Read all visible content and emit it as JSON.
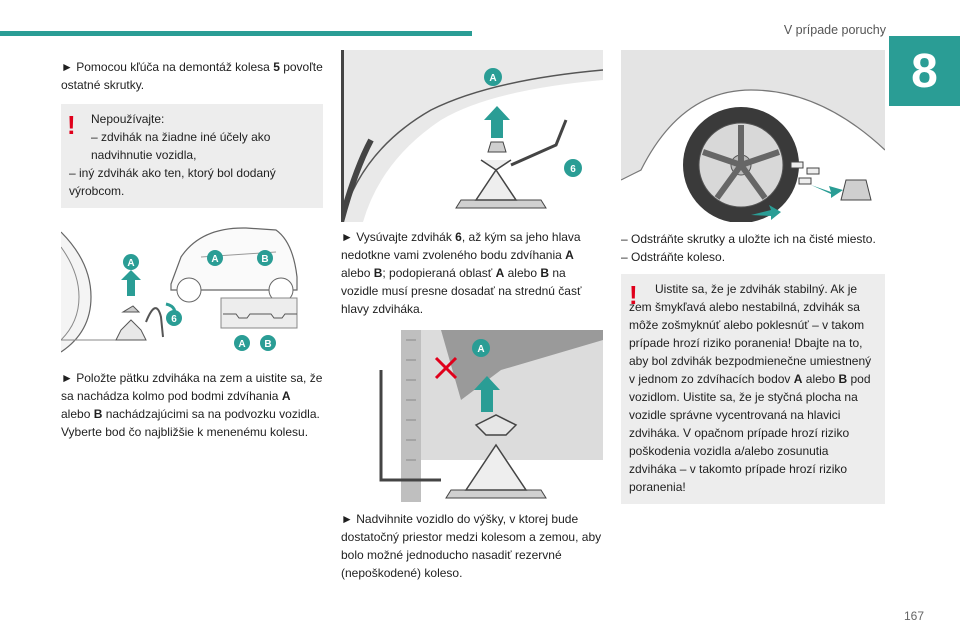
{
  "header": {
    "section_title": "V prípade poruchy",
    "chapter": "8",
    "page_number": "167"
  },
  "col1": {
    "para1": {
      "bullet": "►",
      "pre": "Pomocou kľúča na demontáž kolesa ",
      "b1": "5",
      "post": " povoľte ostatné skrutky."
    },
    "warning": {
      "mark": "!",
      "line1": "Nepoužívajte:",
      "line2": "– zdvihák na žiadne iné účely ako nadvihnutie vozidla,",
      "line3": "– iný zdvihák ako ten, ktorý bol dodaný výrobcom."
    },
    "fig_labels": {
      "a1": "A",
      "b1": "B",
      "a2": "A",
      "jack": "6",
      "a3": "A",
      "b3": "B"
    },
    "para2": {
      "bullet": "►",
      "pre": "Položte pätku zdviháka na zem a uistite sa, že sa nachádza kolmo pod bodmi zdvíhania ",
      "b1": "A",
      "mid": " alebo ",
      "b2": "B",
      "post": " nachádzajúcimi sa na podvozku vozidla. Vyberte bod čo najbližšie k menenému kolesu."
    }
  },
  "col2": {
    "fig1_labels": {
      "a": "A",
      "jack": "6"
    },
    "para1": {
      "bullet": "►",
      "pre": "Vysúvajte zdvihák ",
      "b1": "6",
      "mid1": ", až kým sa jeho hlava nedotkne vami zvoleného bodu zdvíhania ",
      "b2": "A",
      "mid2": " alebo ",
      "b3": "B",
      "mid3": "; podopieraná oblasť ",
      "b4": "A",
      "mid4": " alebo ",
      "b5": "B",
      "post": " na vozidle musí presne dosadať na strednú časť hlavy zdviháka."
    },
    "fig2_labels": {
      "a": "A"
    },
    "para2": {
      "bullet": "►",
      "text": "Nadvihnite vozidlo do výšky, v ktorej bude dostatočný priestor medzi kolesom a zemou, aby bolo možné jednoducho nasadiť rezervné (nepoškodené) koleso."
    }
  },
  "col3": {
    "list": [
      "– Odstráňte skrutky a uložte ich na čisté miesto.",
      "– Odstráňte koleso."
    ],
    "warning": {
      "mark": "!",
      "pre": "Uistite sa, že je zdvihák stabilný. Ak je zem šmykľavá alebo nestabilná, zdvihák sa môže zošmyknúť alebo poklesnúť – v takom prípade hrozí riziko poranenia! Dbajte na to, aby bol zdvihák bezpodmienečne umiestnený v jednom zo zdvíhacích bodov ",
      "b1": "A",
      "mid": " alebo ",
      "b2": "B",
      "post": " pod vozidlom. Uistite sa, že je styčná plocha na vozidle správne vycentrovaná na hlavici zdviháka. V opačnom prípade hrozí riziko poškodenia vozidla a/alebo zosunutia zdviháka – v takomto prípade hrozí riziko poranenia!"
    }
  },
  "colors": {
    "accent": "#2a9d95",
    "warning_mark": "#e0001b",
    "callout": "#2a9d95",
    "warning_bg": "#ededed"
  }
}
